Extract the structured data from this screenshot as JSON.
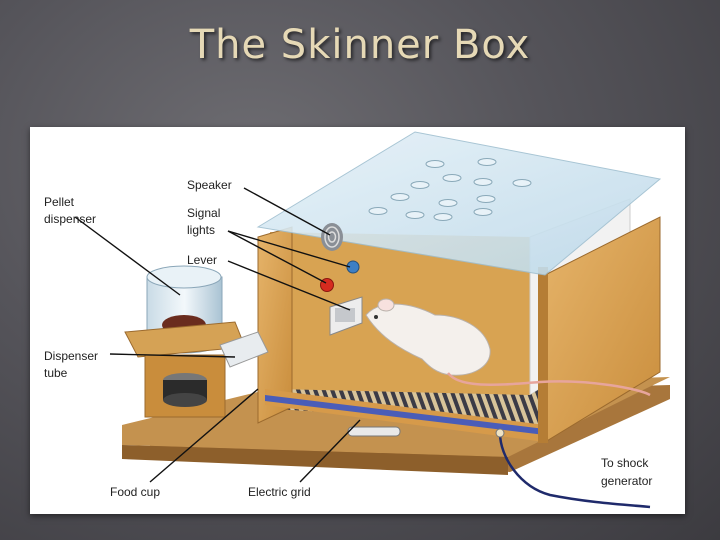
{
  "slide": {
    "title": "The Skinner Box"
  },
  "diagram": {
    "labels": {
      "pellet_dispenser_line1": "Pellet",
      "pellet_dispenser_line2": "dispenser",
      "speaker": "Speaker",
      "signal_lights_line1": "Signal",
      "signal_lights_line2": "lights",
      "lever": "Lever",
      "dispenser_tube_line1": "Dispenser",
      "dispenser_tube_line2": "tube",
      "food_cup": "Food cup",
      "electric_grid": "Electric grid",
      "shock_generator_line1": "To shock",
      "shock_generator_line2": "generator"
    },
    "colors": {
      "wood": "#d9a14e",
      "wood_dark": "#b9833a",
      "base": "#a8763c",
      "glass": "#cde3ef",
      "signal_red": "#d62b1f",
      "signal_blue": "#3d7fc4",
      "grid_stripe": "#3b3b46"
    }
  }
}
